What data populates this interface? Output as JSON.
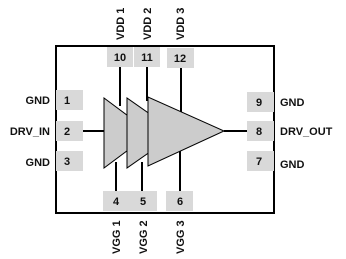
{
  "colors": {
    "outline": "#000000",
    "pad_fill": "#d9d9d9",
    "amp_fill": "#cccccc"
  },
  "pins": {
    "p1": {
      "number": "1",
      "name": "GND"
    },
    "p2": {
      "number": "2",
      "name": "DRV_IN"
    },
    "p3": {
      "number": "3",
      "name": "GND"
    },
    "p4": {
      "number": "4",
      "name": "VGG 1"
    },
    "p5": {
      "number": "5",
      "name": "VGG 2"
    },
    "p6": {
      "number": "6",
      "name": "VGG 3"
    },
    "p7": {
      "number": "7",
      "name": "GND"
    },
    "p8": {
      "number": "8",
      "name": "DRV_OUT"
    },
    "p9": {
      "number": "9",
      "name": "GND"
    },
    "p10": {
      "number": "10",
      "name": "VDD 1"
    },
    "p11": {
      "number": "11",
      "name": "VDD 2"
    },
    "p12": {
      "number": "12",
      "name": "VDD 3"
    }
  }
}
